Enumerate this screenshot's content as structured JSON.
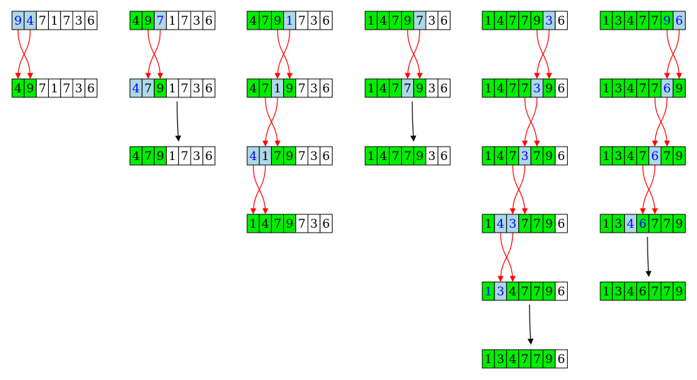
{
  "colors": {
    "sorted": "#00ee00",
    "highlight": "#add8e6",
    "unsorted": "#ffffff",
    "border": "#000000",
    "swap_arrow": "#ff0000",
    "step_arrow": "#000000",
    "highlight_text": "#0000ff",
    "text": "#000000"
  },
  "columns": [
    {
      "rows": [
        {
          "values": [
            "9",
            "4",
            "7",
            "1",
            "7",
            "3",
            "6"
          ],
          "fills": [
            "h",
            "h",
            "u",
            "u",
            "u",
            "u",
            "u"
          ],
          "blue": [
            0,
            1
          ],
          "next": "swap",
          "swap": [
            0,
            1
          ]
        },
        {
          "values": [
            "4",
            "9",
            "7",
            "1",
            "7",
            "3",
            "6"
          ],
          "fills": [
            "s",
            "s",
            "u",
            "u",
            "u",
            "u",
            "u"
          ],
          "blue": []
        }
      ]
    },
    {
      "rows": [
        {
          "values": [
            "4",
            "9",
            "7",
            "1",
            "7",
            "3",
            "6"
          ],
          "fills": [
            "s",
            "s",
            "h",
            "u",
            "u",
            "u",
            "u"
          ],
          "blue": [
            2
          ],
          "next": "swap",
          "swap": [
            1,
            2
          ]
        },
        {
          "values": [
            "4",
            "7",
            "9",
            "1",
            "7",
            "3",
            "6"
          ],
          "fills": [
            "h",
            "h",
            "s",
            "u",
            "u",
            "u",
            "u"
          ],
          "blue": [
            0
          ],
          "next": "step"
        },
        {
          "values": [
            "4",
            "7",
            "9",
            "1",
            "7",
            "3",
            "6"
          ],
          "fills": [
            "s",
            "s",
            "s",
            "u",
            "u",
            "u",
            "u"
          ],
          "blue": []
        }
      ]
    },
    {
      "rows": [
        {
          "values": [
            "4",
            "7",
            "9",
            "1",
            "7",
            "3",
            "6"
          ],
          "fills": [
            "s",
            "s",
            "s",
            "h",
            "u",
            "u",
            "u"
          ],
          "blue": [
            3
          ],
          "next": "swap",
          "swap": [
            2,
            3
          ]
        },
        {
          "values": [
            "4",
            "7",
            "1",
            "9",
            "7",
            "3",
            "6"
          ],
          "fills": [
            "s",
            "s",
            "h",
            "s",
            "u",
            "u",
            "u"
          ],
          "blue": [],
          "next": "swap",
          "swap": [
            1,
            2
          ]
        },
        {
          "values": [
            "4",
            "1",
            "7",
            "9",
            "7",
            "3",
            "6"
          ],
          "fills": [
            "h",
            "h",
            "s",
            "s",
            "u",
            "u",
            "u"
          ],
          "blue": [
            0
          ],
          "next": "swap",
          "swap": [
            0,
            1
          ]
        },
        {
          "values": [
            "1",
            "4",
            "7",
            "9",
            "7",
            "3",
            "6"
          ],
          "fills": [
            "s",
            "s",
            "s",
            "s",
            "u",
            "u",
            "u"
          ],
          "blue": []
        }
      ]
    },
    {
      "rows": [
        {
          "values": [
            "1",
            "4",
            "7",
            "9",
            "7",
            "3",
            "6"
          ],
          "fills": [
            "s",
            "s",
            "s",
            "s",
            "h",
            "u",
            "u"
          ],
          "blue": [],
          "next": "swap",
          "swap": [
            3,
            4
          ]
        },
        {
          "values": [
            "1",
            "4",
            "7",
            "7",
            "9",
            "3",
            "6"
          ],
          "fills": [
            "s",
            "s",
            "s",
            "h",
            "s",
            "u",
            "u"
          ],
          "blue": [],
          "next": "step"
        },
        {
          "values": [
            "1",
            "4",
            "7",
            "7",
            "9",
            "3",
            "6"
          ],
          "fills": [
            "s",
            "s",
            "s",
            "s",
            "s",
            "u",
            "u"
          ],
          "blue": []
        }
      ]
    },
    {
      "rows": [
        {
          "values": [
            "1",
            "4",
            "7",
            "7",
            "9",
            "3",
            "6"
          ],
          "fills": [
            "s",
            "s",
            "s",
            "s",
            "s",
            "h",
            "u"
          ],
          "blue": [
            5
          ],
          "next": "swap",
          "swap": [
            4,
            5
          ]
        },
        {
          "values": [
            "1",
            "4",
            "7",
            "7",
            "3",
            "9",
            "6"
          ],
          "fills": [
            "s",
            "s",
            "s",
            "s",
            "h",
            "s",
            "u"
          ],
          "blue": [
            4
          ],
          "next": "swap",
          "swap": [
            3,
            4
          ]
        },
        {
          "values": [
            "1",
            "4",
            "7",
            "3",
            "7",
            "9",
            "6"
          ],
          "fills": [
            "s",
            "s",
            "s",
            "h",
            "s",
            "s",
            "u"
          ],
          "blue": [
            3
          ],
          "next": "swap",
          "swap": [
            2,
            3
          ]
        },
        {
          "values": [
            "1",
            "4",
            "3",
            "7",
            "7",
            "9",
            "6"
          ],
          "fills": [
            "s",
            "h",
            "h",
            "s",
            "s",
            "s",
            "u"
          ],
          "blue": [
            1,
            2
          ],
          "next": "swap",
          "swap": [
            1,
            2
          ]
        },
        {
          "values": [
            "1",
            "3",
            "4",
            "7",
            "7",
            "9",
            "6"
          ],
          "fills": [
            "s",
            "h",
            "s",
            "s",
            "s",
            "s",
            "u"
          ],
          "blue": [
            0,
            1
          ],
          "next": "step"
        },
        {
          "values": [
            "1",
            "3",
            "4",
            "7",
            "7",
            "9",
            "6"
          ],
          "fills": [
            "s",
            "s",
            "s",
            "s",
            "s",
            "s",
            "u"
          ],
          "blue": []
        }
      ]
    },
    {
      "rows": [
        {
          "values": [
            "1",
            "3",
            "4",
            "7",
            "7",
            "9",
            "6"
          ],
          "fills": [
            "s",
            "s",
            "s",
            "s",
            "s",
            "s",
            "h"
          ],
          "blue": [
            5,
            6
          ],
          "next": "swap",
          "swap": [
            5,
            6
          ]
        },
        {
          "values": [
            "1",
            "3",
            "4",
            "7",
            "7",
            "6",
            "9"
          ],
          "fills": [
            "s",
            "s",
            "s",
            "s",
            "s",
            "h",
            "s"
          ],
          "blue": [
            5
          ],
          "next": "swap",
          "swap": [
            4,
            5
          ]
        },
        {
          "values": [
            "1",
            "3",
            "4",
            "7",
            "6",
            "7",
            "9"
          ],
          "fills": [
            "s",
            "s",
            "s",
            "s",
            "h",
            "s",
            "s"
          ],
          "blue": [
            4
          ],
          "next": "swap",
          "swap": [
            3,
            4
          ]
        },
        {
          "values": [
            "1",
            "3",
            "4",
            "6",
            "7",
            "7",
            "9"
          ],
          "fills": [
            "s",
            "s",
            "h",
            "s",
            "s",
            "s",
            "s"
          ],
          "blue": [
            2,
            3
          ],
          "next": "step"
        },
        {
          "values": [
            "1",
            "3",
            "4",
            "6",
            "7",
            "7",
            "9"
          ],
          "fills": [
            "s",
            "s",
            "s",
            "s",
            "s",
            "s",
            "s"
          ],
          "blue": []
        }
      ]
    }
  ]
}
